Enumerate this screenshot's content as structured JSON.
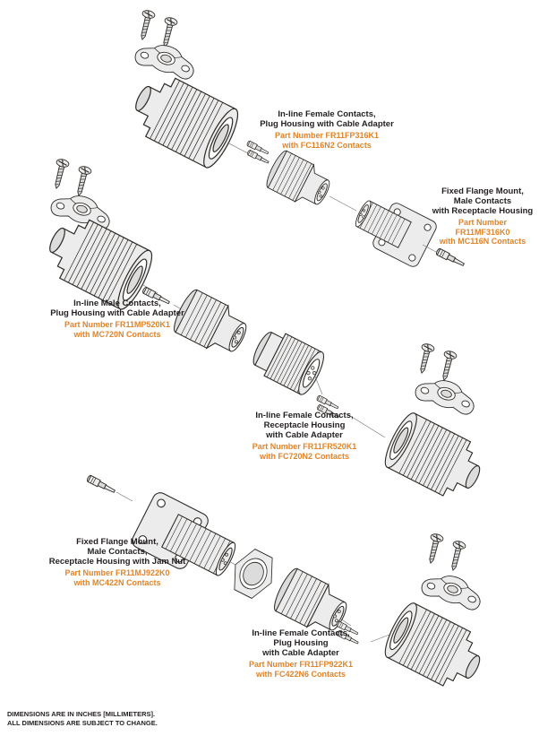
{
  "page": {
    "ink_color": "#231f20",
    "accent_color": "#e08428",
    "background": "#ffffff"
  },
  "labels": [
    {
      "title": "In-line Female Contacts,\nPlug Housing with Cable Adapter",
      "part": "Part Number FR11FP316K1\nwith FC116N2 Contacts"
    },
    {
      "title": "Fixed Flange Mount,\nMale Contacts\nwith Receptacle Housing",
      "part": "Part Number\nFR11MF316K0\nwith MC116N Contacts"
    },
    {
      "title": "In-line Male Contacts,\nPlug Housing with Cable Adapter",
      "part": "Part Number FR11MP520K1\nwith MC720N Contacts"
    },
    {
      "title": "In-line Female Contacts,\nReceptacle Housing\nwith Cable Adapter",
      "part": "Part Number FR11FR520K1\nwith FC720N2 Contacts"
    },
    {
      "title": "Fixed Flange Mount,\nMale Contacts,\nReceptacle Housing with Jam Nut",
      "part": "Part Number FR11MJ922K0\nwith MC422N Contacts"
    },
    {
      "title": "In-line Female Contacts,\nPlug Housing\nwith Cable Adapter",
      "part": "Part Number FR11FP922K1\nwith FC422N6 Contacts"
    }
  ],
  "footer": {
    "line1": "DIMENSIONS ARE IN INCHES [MILLIMETERS].",
    "line2": "ALL DIMENSIONS ARE SUBJECT TO CHANGE."
  }
}
